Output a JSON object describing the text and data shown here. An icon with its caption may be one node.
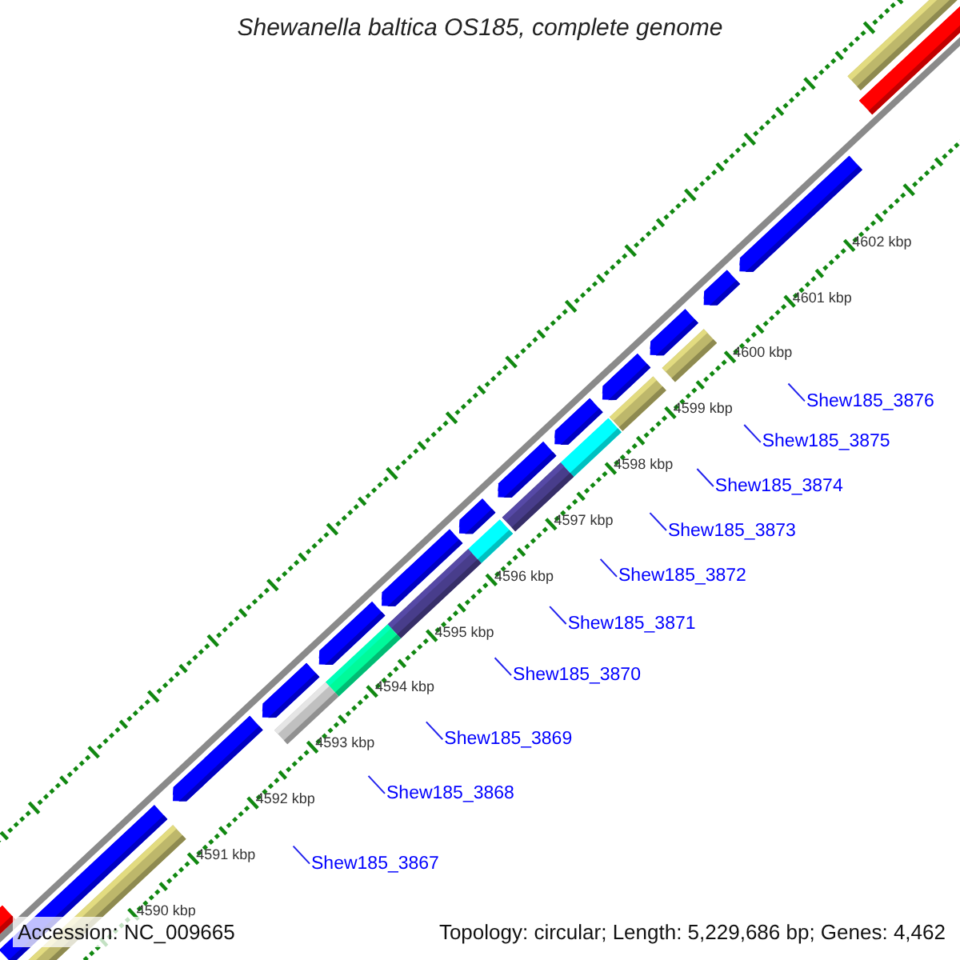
{
  "diagram": {
    "title": "Shewanella baltica OS185, complete genome",
    "nodes": [
      {
        "text": [
          "Shew185_3876"
        ]
      },
      {
        "text": [
          "Shew185_3875"
        ]
      },
      {
        "text": [
          "Shew185_3874"
        ]
      },
      {
        "text": [
          "Shew185_3873"
        ]
      },
      {
        "text": [
          "Shew185_3872"
        ]
      },
      {
        "text": [
          "Shew185_3871"
        ]
      },
      {
        "text": [
          "Shew185_3870"
        ]
      },
      {
        "text": [
          "Shew185_3869"
        ]
      },
      {
        "text": [
          "Shew185_3868"
        ]
      },
      {
        "text": [
          "Shew185_3867"
        ]
      }
    ],
    "edges": [
      {
        "from": 0,
        "to": null,
        "arrow": "none"
      },
      {
        "from": 1,
        "to": null,
        "arrow": "none"
      },
      {
        "from": 2,
        "to": null,
        "arrow": "none"
      },
      {
        "from": 3,
        "to": null,
        "arrow": "none"
      },
      {
        "from": 4,
        "to": null,
        "arrow": "none"
      },
      {
        "from": 5,
        "to": null,
        "arrow": "none"
      },
      {
        "from": 6,
        "to": null,
        "arrow": "none"
      },
      {
        "from": 7,
        "to": null,
        "arrow": "none"
      },
      {
        "from": 8,
        "to": null,
        "arrow": "none"
      },
      {
        "from": 9,
        "to": null,
        "arrow": "none"
      }
    ],
    "labels": [
      "4602 kbp",
      "4601 kbp",
      "4600 kbp",
      "4599 kbp",
      "4598 kbp",
      "4597 kbp",
      "4596 kbp",
      "4595 kbp",
      "4594 kbp",
      "4593 kbp",
      "4592 kbp",
      "4591 kbp",
      "4590 kbp",
      "Accession: NC_009665",
      "Topology: circular; Length: 5,229,686 bp; Genes: 4,462"
    ]
  }
}
